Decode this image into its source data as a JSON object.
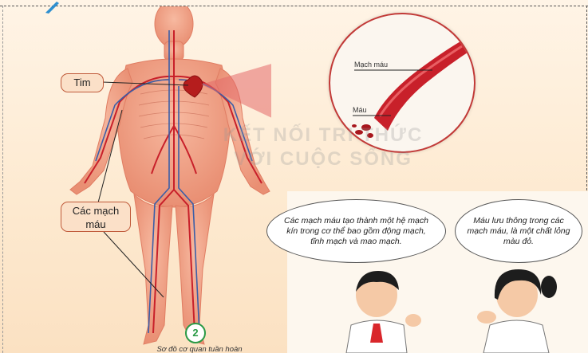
{
  "labels": {
    "heart": "Tim",
    "vessels_line1": "Các mạch",
    "vessels_line2": "máu"
  },
  "zoom": {
    "vessel": "Mạch máu",
    "blood": "Máu"
  },
  "watermark": {
    "line1": "KẾT NỐI TRI THỨC",
    "line2": "VỚI CUỘC SỐNG"
  },
  "speech": {
    "boy": "Các mạch máu tạo thành một hệ mạch kín trong cơ thể bao gồm động mạch, tĩnh mạch và mao mạch.",
    "girl": "Máu lưu thông trong các mạch máu, là một chất lỏng màu đỏ."
  },
  "figure": {
    "number": "2",
    "caption": "Sơ đồ cơ quan tuần hoàn"
  },
  "colors": {
    "label_border": "#c05a3a",
    "label_fill": "#fbe0c8",
    "vessel_red": "#c8202a",
    "vein_blue": "#3a5ea8",
    "number_green": "#2a9a46"
  }
}
